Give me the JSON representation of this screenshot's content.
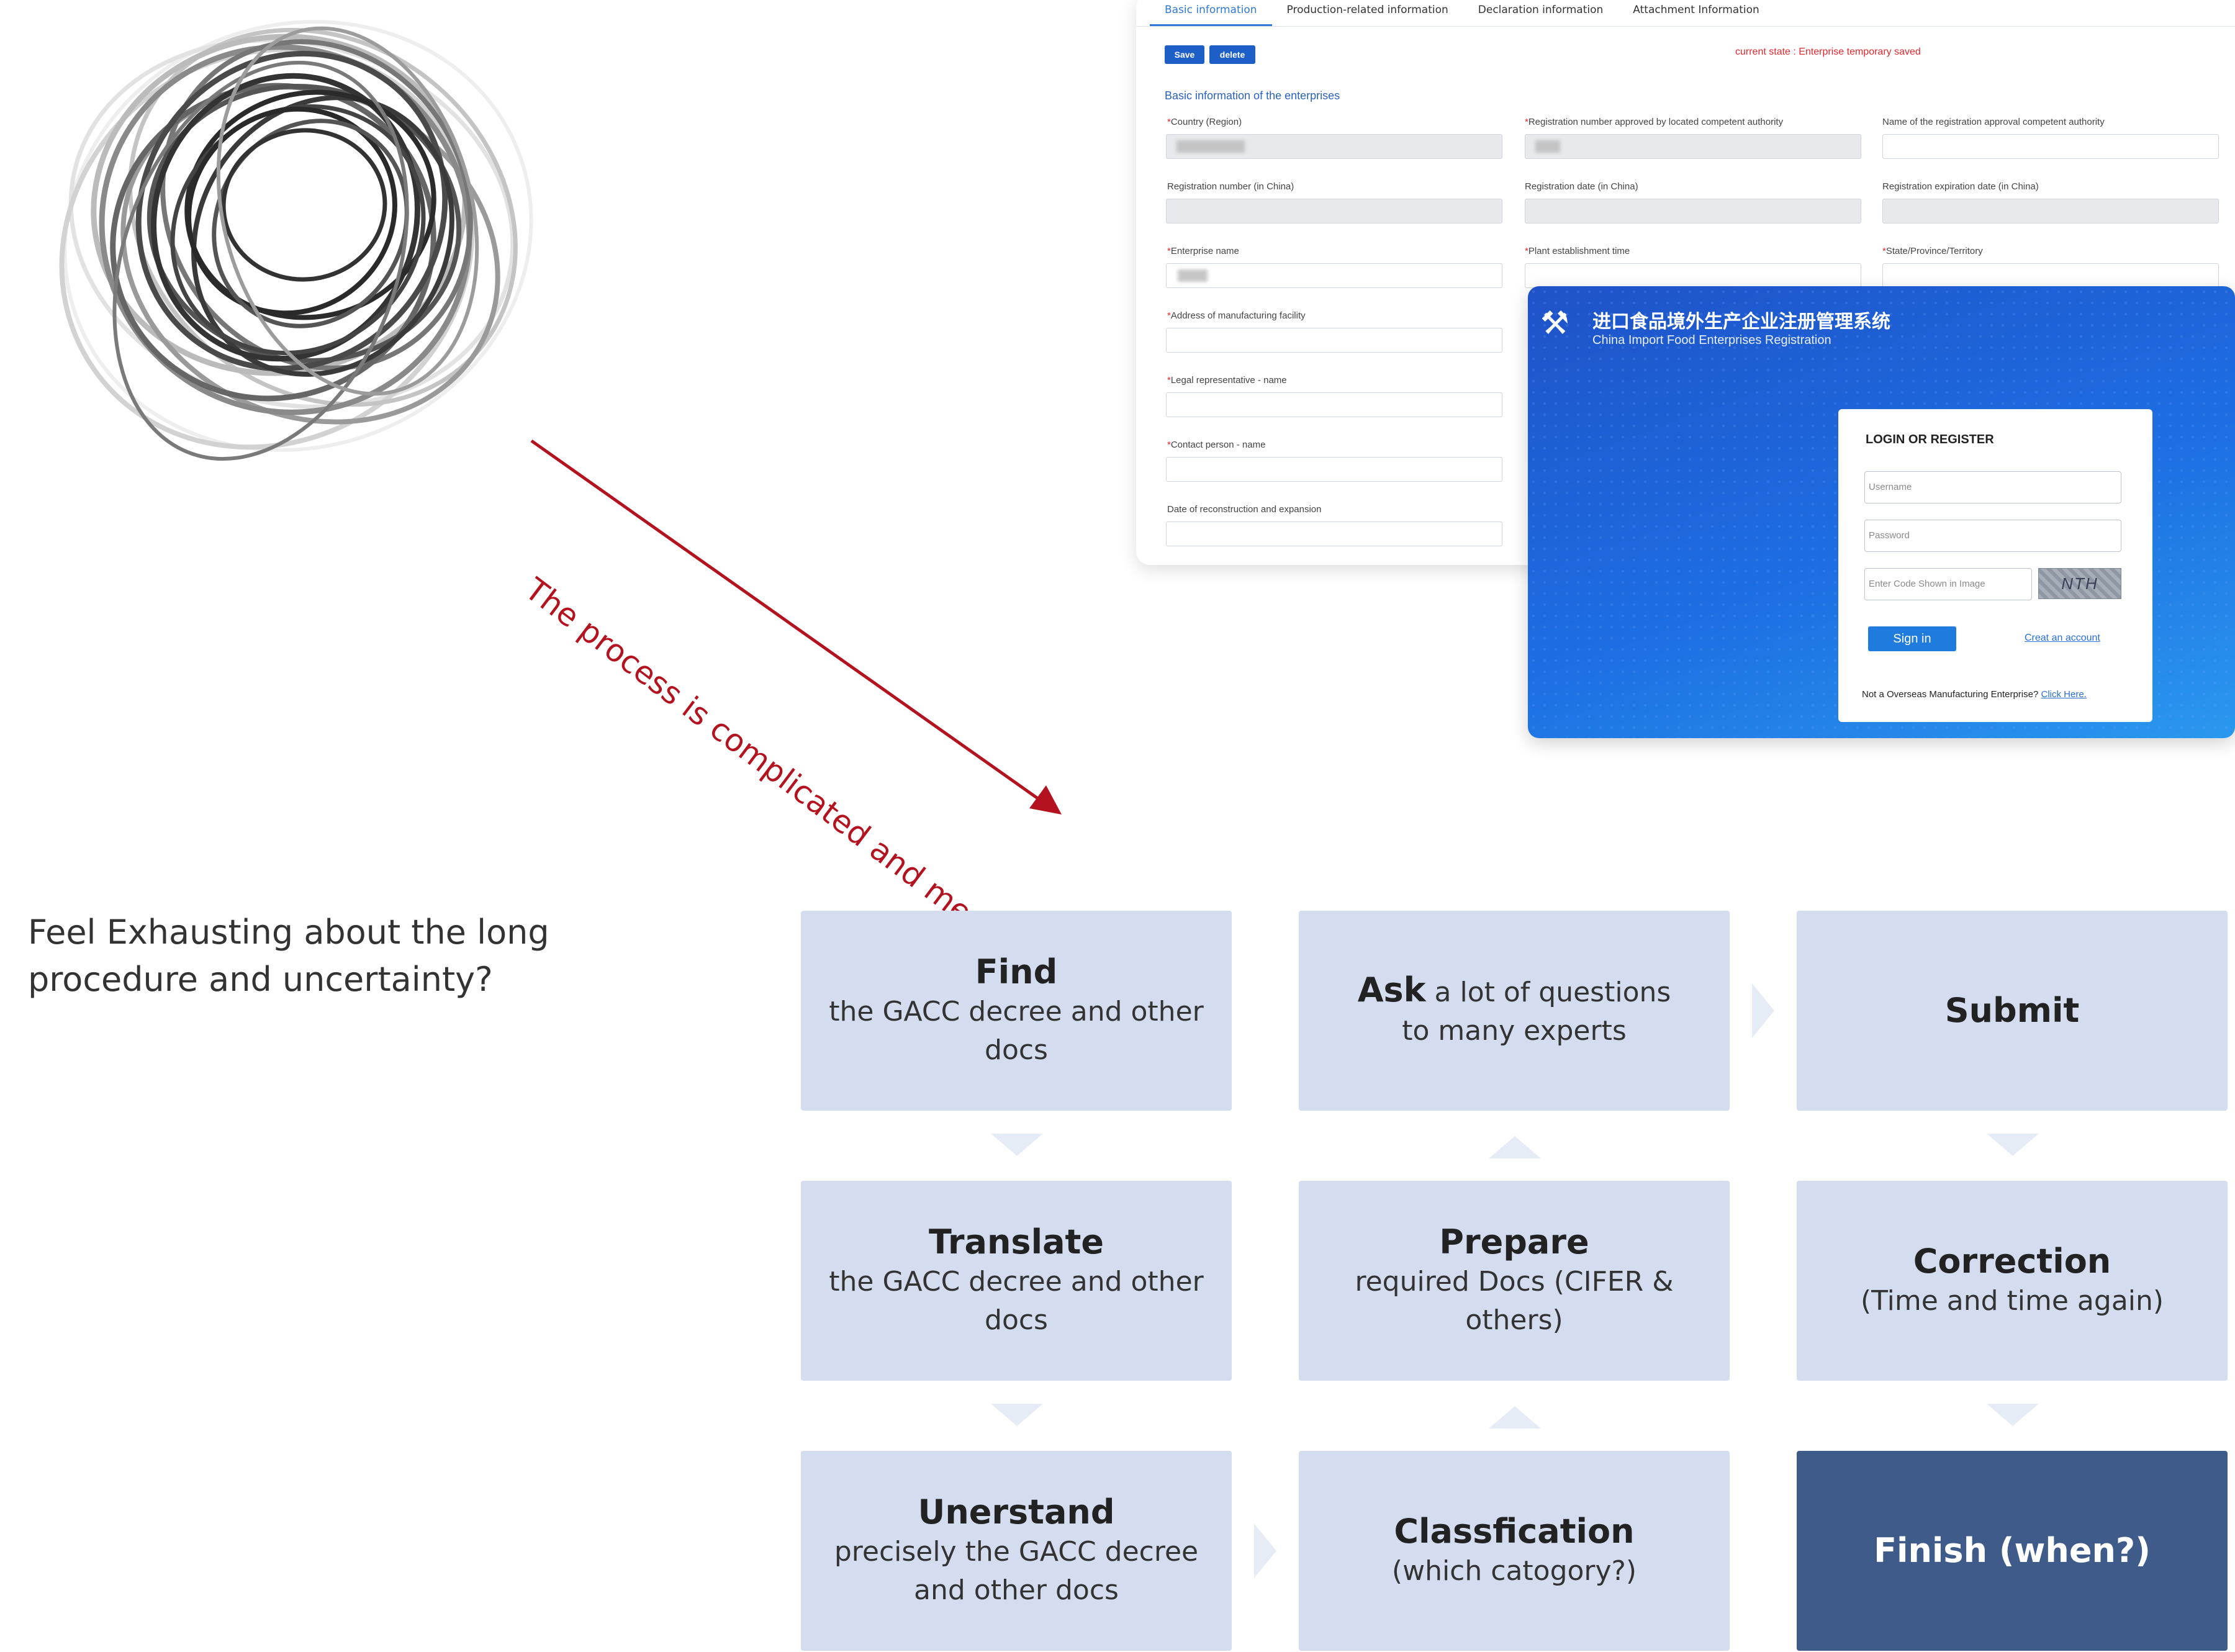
{
  "annotation": {
    "text": "The process is complicated and messy"
  },
  "form_screenshot": {
    "tabs": [
      "Basic information",
      "Production-related information",
      "Declaration information",
      "Attachment Information"
    ],
    "save_label": "Save",
    "delete_label": "delete",
    "current_state": "current state : Enterprise temporary saved",
    "section_title": "Basic information of the enterprises",
    "fields": {
      "country": "Country (Region)",
      "reg_number_authority": "Registration number approved by located competent authority",
      "approval_authority_name": "Name of the registration approval competent authority",
      "reg_number_china": "Registration number (in China)",
      "reg_date_china": "Registration date (in China)",
      "reg_expiration_china": "Registration expiration date (in China)",
      "enterprise_name": "Enterprise name",
      "plant_establishment": "Plant establishment time",
      "state_province": "State/Province/Territory",
      "address": "Address of manufacturing facility",
      "legal_rep": "Legal representative - name",
      "contact_person": "Contact person - name",
      "date_reconstruction": "Date of reconstruction and expansion"
    }
  },
  "login_screenshot": {
    "title_cn": "进口食品境外生产企业注册管理系统",
    "title_en": "China Import Food Enterprises Registration",
    "heading": "LOGIN OR REGISTER",
    "username_placeholder": "Username",
    "password_placeholder": "Password",
    "code_placeholder": "Enter Code Shown in Image",
    "captcha_text": "NTH",
    "signin_label": "Sign in",
    "create_account": "Creat an account",
    "not_overseas": "Not a Overseas Manufacturing Enterprise?",
    "click_here": "Click Here."
  },
  "question": "Feel Exhausting about the long procedure and uncertainty?",
  "steps": {
    "find": {
      "title": "Find",
      "sub": "the GACC decree and other docs"
    },
    "ask": {
      "title": "Ask",
      "sub": " a lot of questions to many experts"
    },
    "submit": {
      "title": "Submit"
    },
    "translate": {
      "title": "Translate",
      "sub": "the GACC decree and other docs"
    },
    "prepare": {
      "title": "Prepare",
      "sub": "required Docs (CIFER & others)"
    },
    "correction": {
      "title": "Correction",
      "sub": "(Time and time again)"
    },
    "understand": {
      "title": "Unerstand",
      "sub": "precisely the GACC decree and other docs"
    },
    "classification": {
      "title": "Classfication",
      "sub": "(which catogory?)"
    },
    "finish": {
      "title": "Finish (when?)"
    }
  },
  "colors": {
    "box": "#d4ddef",
    "box_dark": "#3f5b8a",
    "arrow": "#b3121e",
    "chevron": "#e6ecf6"
  }
}
